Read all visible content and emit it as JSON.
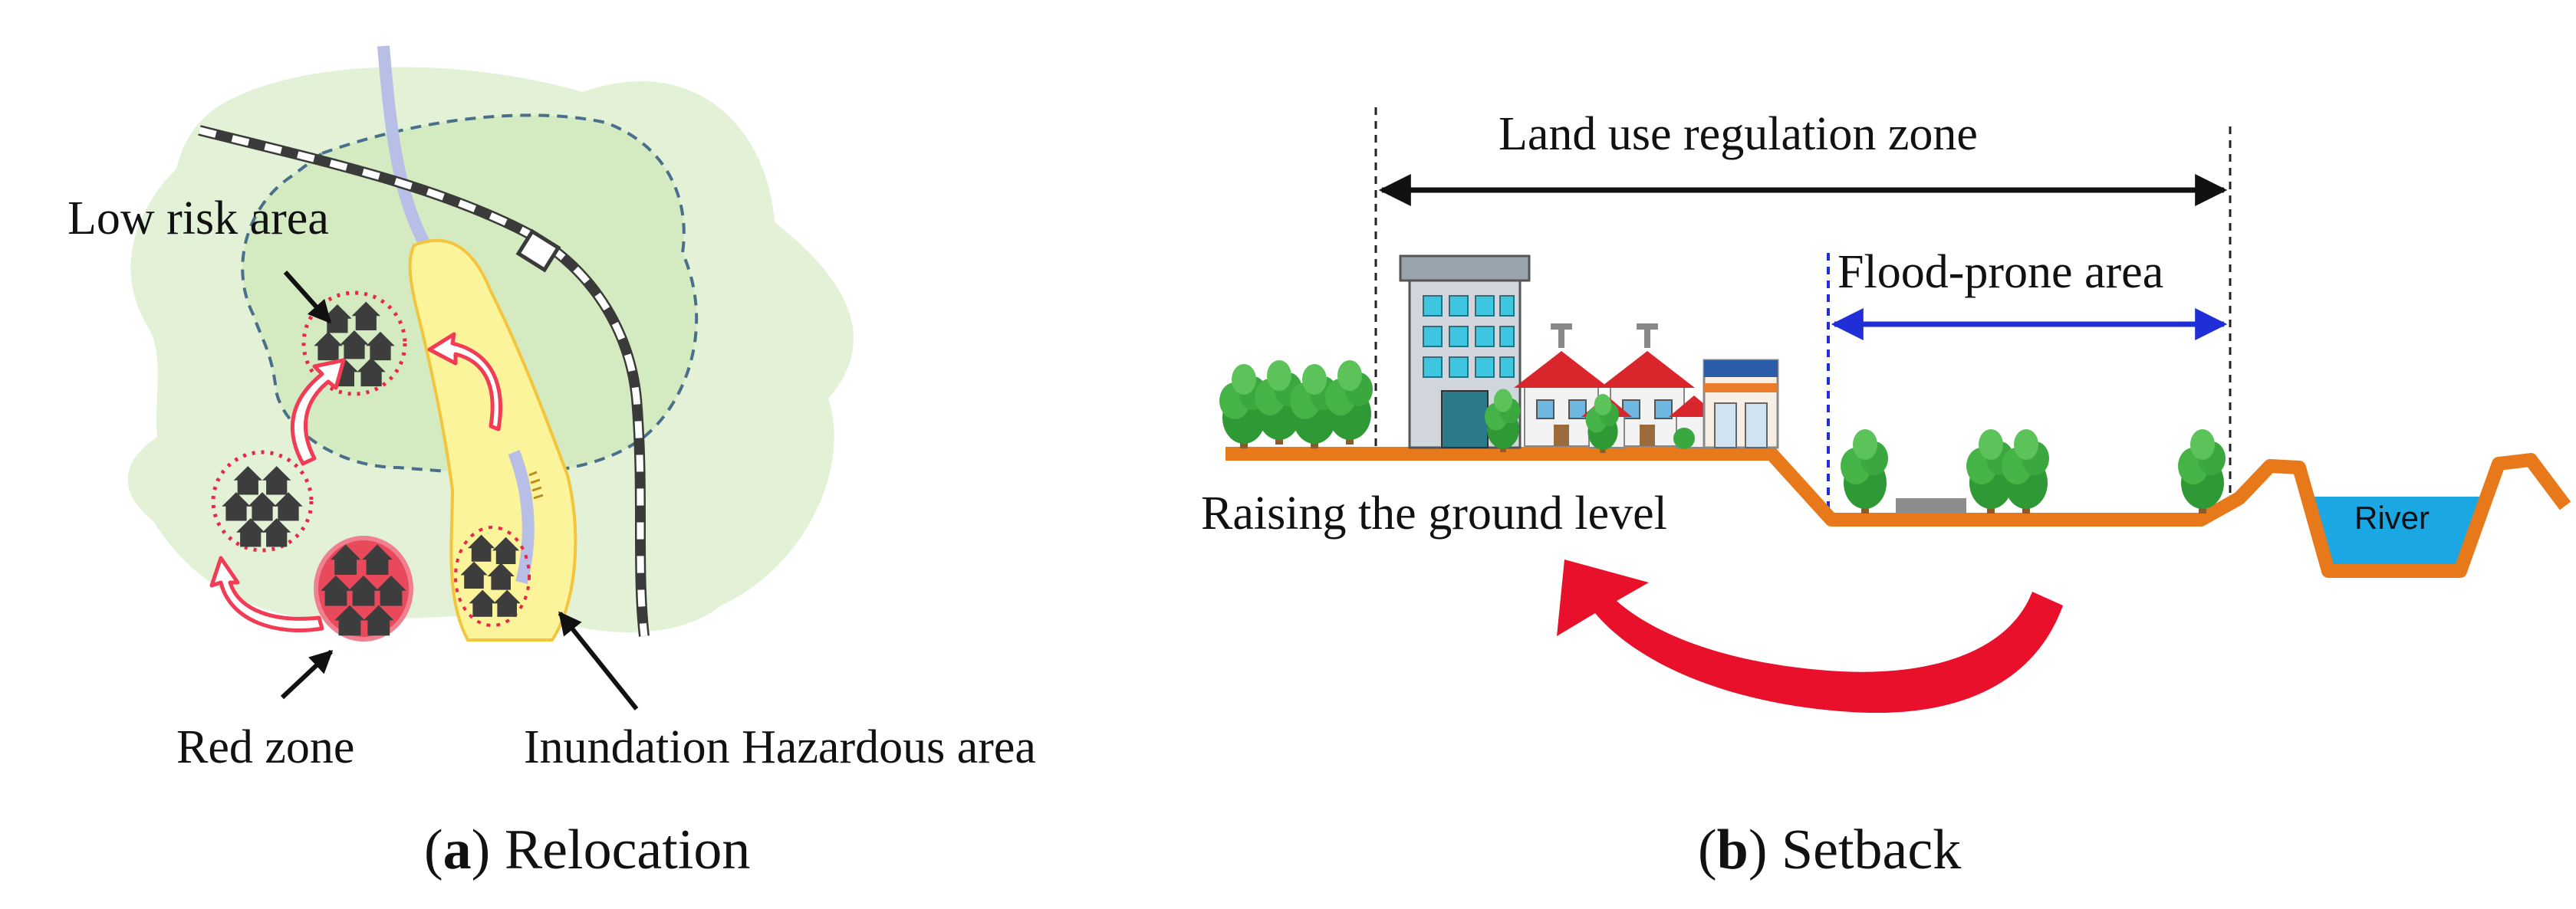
{
  "panel_a": {
    "caption_letter": "a",
    "caption_text": "Relocation",
    "labels": {
      "low_risk": "Low risk area",
      "red_zone": "Red zone",
      "inundation": "Inundation Hazardous area"
    }
  },
  "panel_b": {
    "caption_letter": "b",
    "caption_text": "Setback",
    "labels": {
      "regulation_zone": "Land use regulation zone",
      "flood_prone": "Flood-prone area",
      "raising": "Raising the ground level",
      "river": "River"
    }
  },
  "colors": {
    "land_light": "#e3f1d6",
    "land_inner": "#d4ebc2",
    "hazard_yellow": "#fbf49a",
    "red_zone": "#e84a5c",
    "arrow_red": "#e8102a",
    "ground_orange": "#e8791a",
    "river_blue": "#1aa7e3",
    "flood_arrow_blue": "#1f2ed6"
  },
  "icons": [
    "house-icon",
    "tree-icon",
    "building-icon",
    "railway-icon",
    "road-icon"
  ]
}
